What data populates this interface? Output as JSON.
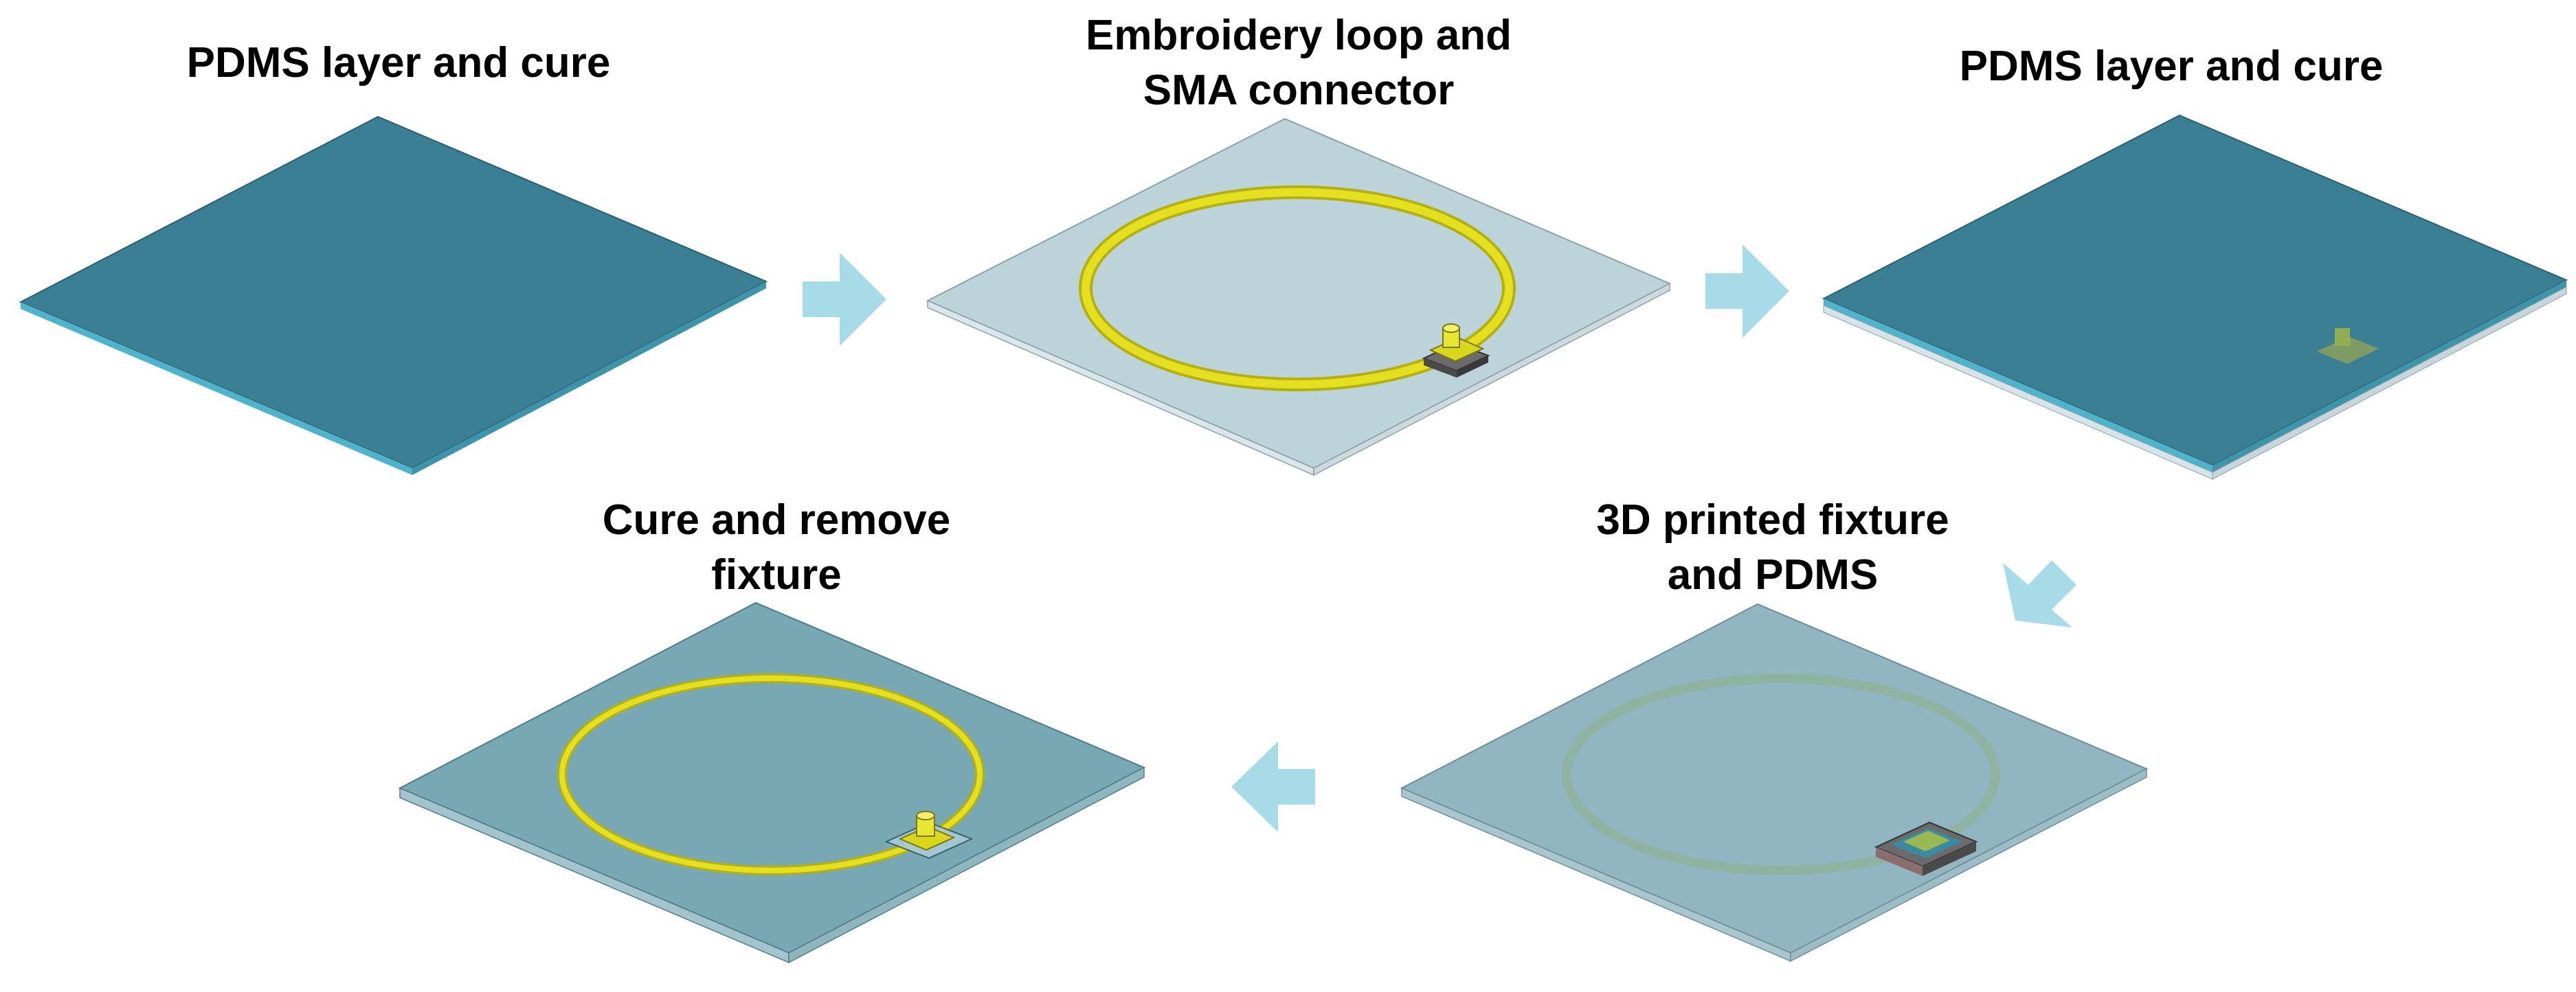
{
  "steps": [
    {
      "lines": [
        "PDMS layer and cure"
      ]
    },
    {
      "lines": [
        "Embroidery loop and",
        "SMA connector"
      ]
    },
    {
      "lines": [
        "PDMS layer and cure"
      ]
    },
    {
      "lines": [
        "3D printed fixture",
        "and PDMS"
      ]
    },
    {
      "lines": [
        "Cure and remove",
        "fixture"
      ]
    }
  ],
  "colors": {
    "pdms_dark": "#3a7f93",
    "pdms_light": "#bcd3da",
    "pdms_mid": "#91b6c1",
    "pdms_final": "#78a8b4",
    "loop": "#e4e01f",
    "arrow": "#a6dbe7",
    "connector": "#d9d71c",
    "fixture": "#5a5a5a"
  },
  "icons": [
    "arrow-right-icon",
    "arrow-down-left-icon",
    "arrow-left-icon"
  ]
}
